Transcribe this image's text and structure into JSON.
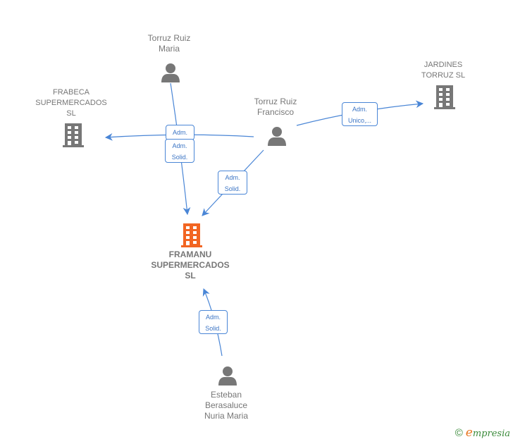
{
  "colors": {
    "edge": "#4a86d6",
    "person_icon": "#777777",
    "company_icon": "#777777",
    "main_company_icon": "#f26522",
    "label": "#777777"
  },
  "nodes": {
    "maria": {
      "type": "person",
      "label": "Torruz Ruiz\nMaria"
    },
    "francisco": {
      "type": "person",
      "label": "Torruz Ruiz\nFrancisco"
    },
    "esteban": {
      "type": "person",
      "label": "Esteban\nBerasaluce\nNuria Maria"
    },
    "frabeca": {
      "type": "company",
      "label": "FRABECA\nSUPERMERCADOS\nSL"
    },
    "jardines": {
      "type": "company",
      "label": "JARDINES\nTORRUZ SL"
    },
    "framanu": {
      "type": "main-company",
      "label": "FRAMANU\nSUPERMERCADOS\nSL"
    }
  },
  "edges": [
    {
      "from": "maria",
      "to": "framanu",
      "label": "Adm.\nSolid."
    },
    {
      "from": "francisco",
      "to": "frabeca",
      "label": "Adm."
    },
    {
      "from": "francisco",
      "to": "jardines",
      "label": "Adm.\nUnico,..."
    },
    {
      "from": "francisco",
      "to": "framanu",
      "label": "Adm.\nSolid."
    },
    {
      "from": "esteban",
      "to": "framanu",
      "label": "Adm.\nSolid."
    }
  ],
  "footer": {
    "copyright_symbol": "©",
    "brand_initial": "e",
    "brand_rest": "mpresia"
  }
}
